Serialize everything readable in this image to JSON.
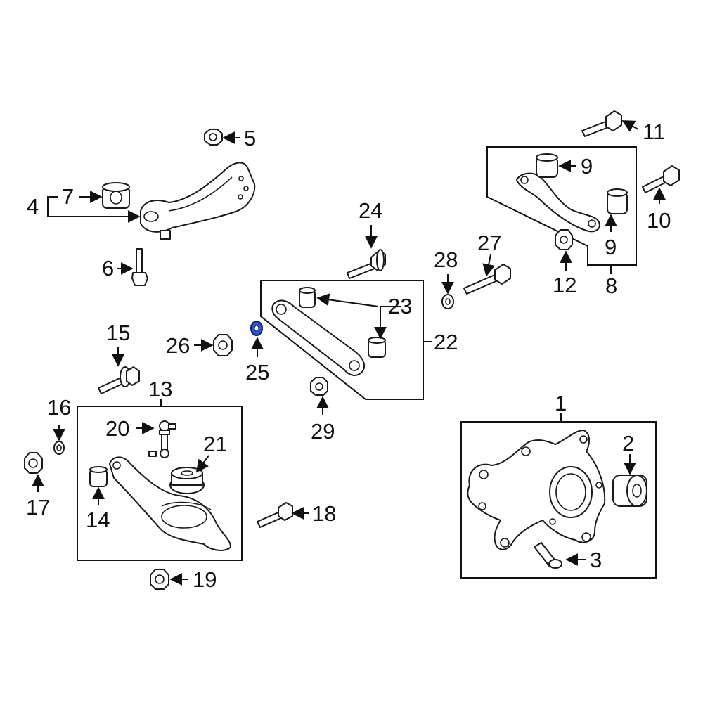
{
  "colors": {
    "highlight": "#2f55c8",
    "line": "#111111"
  },
  "callouts": [
    "1",
    "2",
    "3",
    "4",
    "5",
    "6",
    "7",
    "8",
    "9",
    "9",
    "10",
    "11",
    "12",
    "13",
    "14",
    "15",
    "16",
    "17",
    "18",
    "19",
    "20",
    "21",
    "22",
    "23",
    "24",
    "25",
    "26",
    "27",
    "28",
    "29"
  ],
  "highlighted_part": "25"
}
